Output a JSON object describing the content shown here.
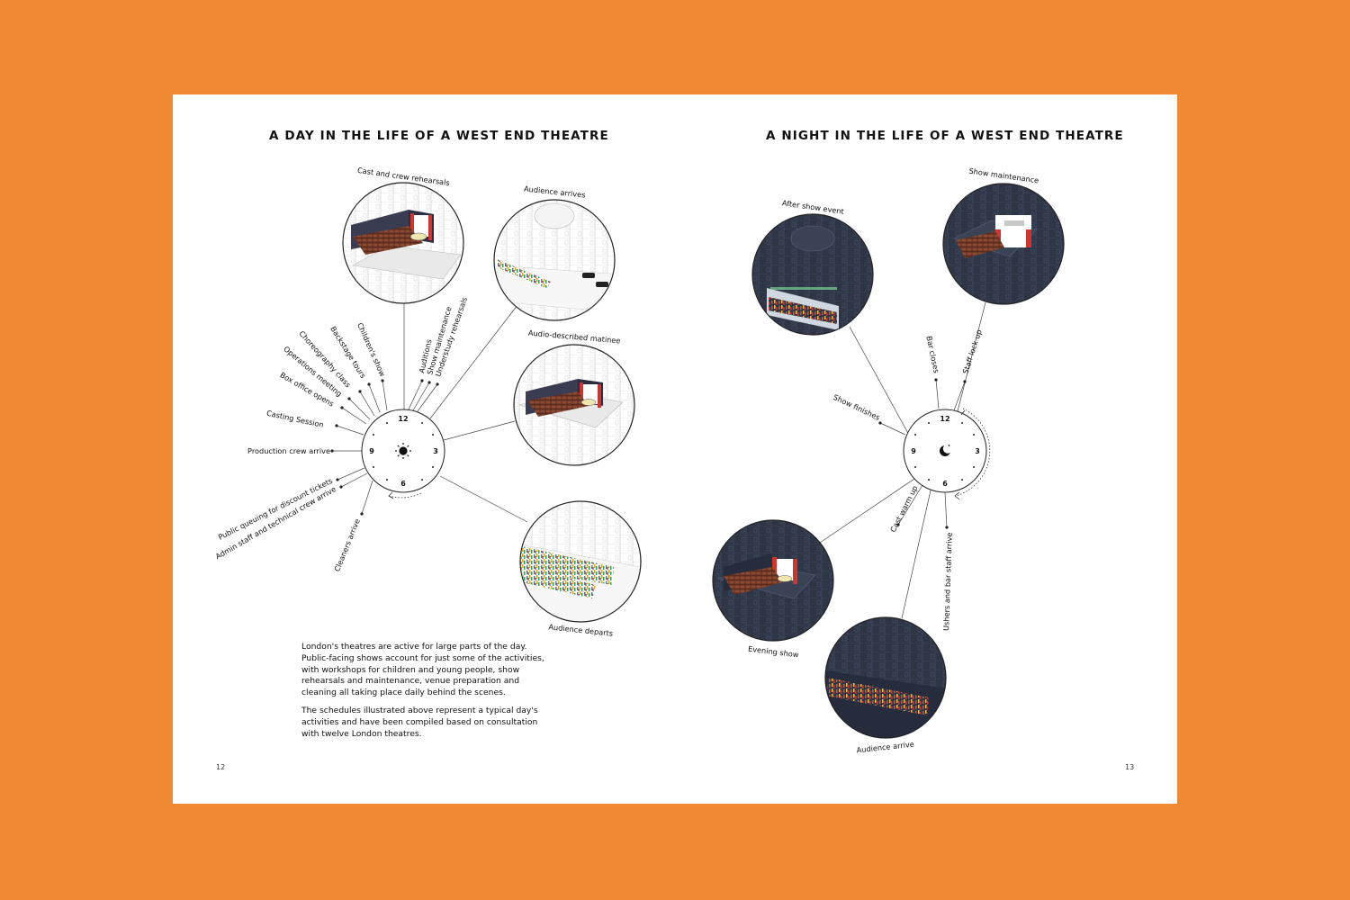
{
  "left_page": {
    "title": "A DAY IN THE LIFE OF A WEST END THEATRE",
    "page_number": "12",
    "clock_numbers": [
      "12",
      "3",
      "6",
      "9"
    ],
    "icon": "sun-icon",
    "labels": [
      "Production crew arrive",
      "Casting Session",
      "Box office opens",
      "Operations meeting",
      "Choreography class",
      "Backstage tours",
      "Children's show",
      "Auditions",
      "Show maintenance",
      "Understudy rehearsals",
      "Public queuing for discount tickets",
      "Admin staff and technical crew arrive",
      "Cleaners arrive"
    ],
    "vignettes": [
      "Cast and crew rehearsals",
      "Audience arrives",
      "Audio-described matinee",
      "Audience departs"
    ],
    "body_paragraphs": [
      "London's theatres are active for large parts of the day. Public-facing shows account for just some of the activities, with workshops for children and young people, show rehearsals and maintenance, venue preparation and cleaning all taking place daily behind the scenes.",
      "The schedules illustrated above represent a typical day's activities and have been compiled based on consultation with twelve London theatres."
    ]
  },
  "right_page": {
    "title": "A NIGHT IN THE LIFE OF A WEST END THEATRE",
    "page_number": "13",
    "clock_numbers": [
      "12",
      "3",
      "6",
      "9"
    ],
    "icon": "moon-icon",
    "labels": [
      "Show finishes",
      "Bar closes",
      "Staff lock up",
      "Cast warm up",
      "Ushers and bar staff arrive"
    ],
    "vignettes": [
      "After show event",
      "Show maintenance",
      "Evening show",
      "Audience arrive"
    ]
  },
  "colors": {
    "background": "#F08A32",
    "page": "#FFFFFF",
    "night_sky": "#2E3646",
    "stage_red": "#D0342C",
    "seat_brown": "#8E4A33"
  }
}
